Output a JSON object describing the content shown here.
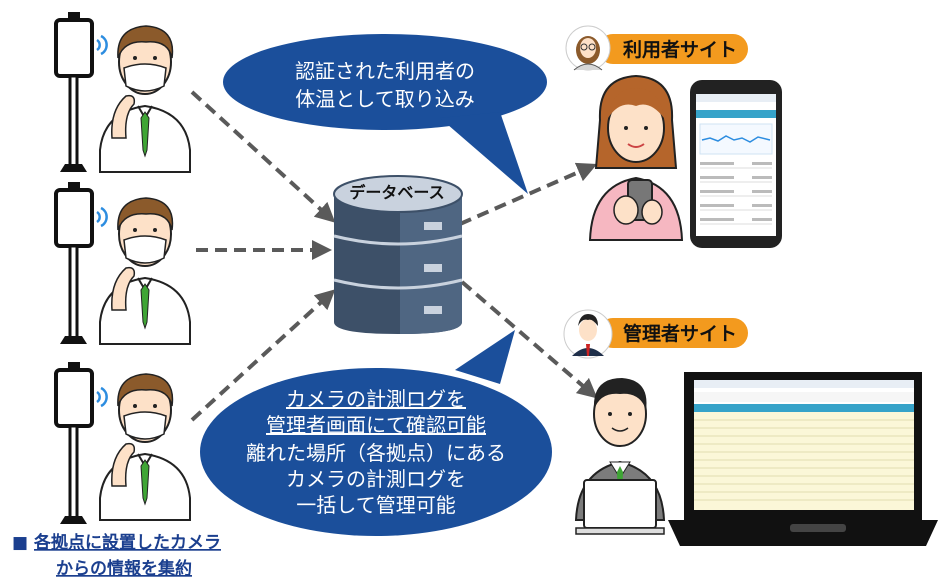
{
  "database": {
    "label": "データベース"
  },
  "bubble_user": {
    "lines": [
      "認証された利用者の",
      "体温として取り込み"
    ]
  },
  "bubble_admin": {
    "underlined_lines": [
      "カメラの計測ログを",
      "管理者画面にて確認可能"
    ],
    "lines": [
      "離れた場所（各拠点）にある",
      "カメラの計測ログを",
      "一括して管理可能"
    ]
  },
  "user_site": {
    "label": "利用者サイト"
  },
  "admin_site": {
    "label": "管理者サイト"
  },
  "caption": {
    "marker": "■",
    "lines": [
      "各拠点に設置したカメラ",
      "からの情報を集約"
    ]
  },
  "colors": {
    "bubble": "#1b4f9b",
    "label_bg": "#f39a1e",
    "db_dark": "#3d5068",
    "db_light": "#9aa9bb",
    "caption": "#1b3f8f",
    "arrow": "#5a5a5a"
  }
}
